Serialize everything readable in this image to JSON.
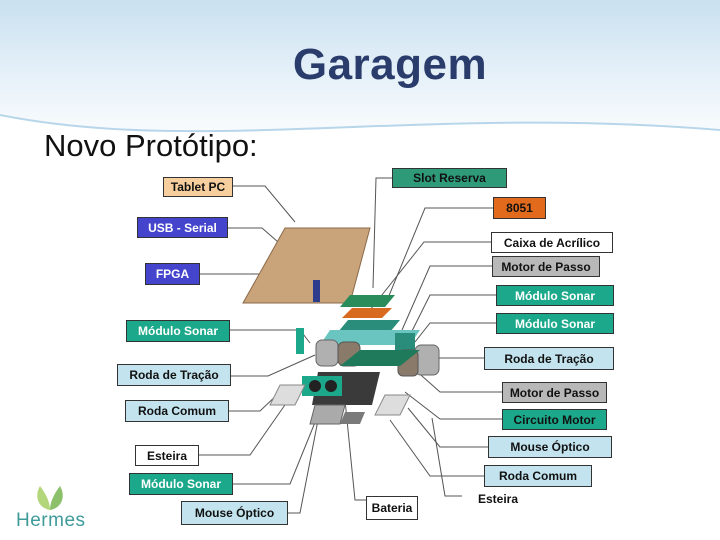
{
  "slide": {
    "title": "Garagem",
    "subtitle": "Novo Protótipo:"
  },
  "labels": {
    "tablet_pc": "Tablet PC",
    "usb_serial": "USB - Serial",
    "fpga": "FPGA",
    "modulo_sonar_left": "Módulo Sonar",
    "roda_tracao_left": "Roda de Tração",
    "roda_comum_left": "Roda Comum",
    "esteira_left": "Esteira",
    "modulo_sonar_bottom_left": "Módulo Sonar",
    "mouse_optico_bottom": "Mouse Óptico",
    "bateria": "Bateria",
    "esteira_bottom": "Esteira",
    "slot_reserva": "Slot Reserva",
    "chip_8051": "8051",
    "caixa_acrilico": "Caixa de Acrílico",
    "motor_passo_top": "Motor de Passo",
    "modulo_sonar_right1": "Módulo Sonar",
    "modulo_sonar_right2": "Módulo Sonar",
    "roda_tracao_right": "Roda de Tração",
    "motor_passo_right": "Motor de Passo",
    "circuito_motor": "Circuito Motor",
    "mouse_optico_right": "Mouse Óptico",
    "roda_comum_right": "Roda Comum"
  },
  "logo": {
    "text": "Hermes"
  },
  "colors": {
    "title": "#2a3c6c",
    "label_peach": "#f7cf9e",
    "label_blue": "#4444cc",
    "label_green": "#1ca88a",
    "label_lightblue": "#c3e4ee",
    "label_darkgreen": "#2e9a78",
    "label_orange": "#e26a1c",
    "label_gray": "#b8b8b8"
  }
}
